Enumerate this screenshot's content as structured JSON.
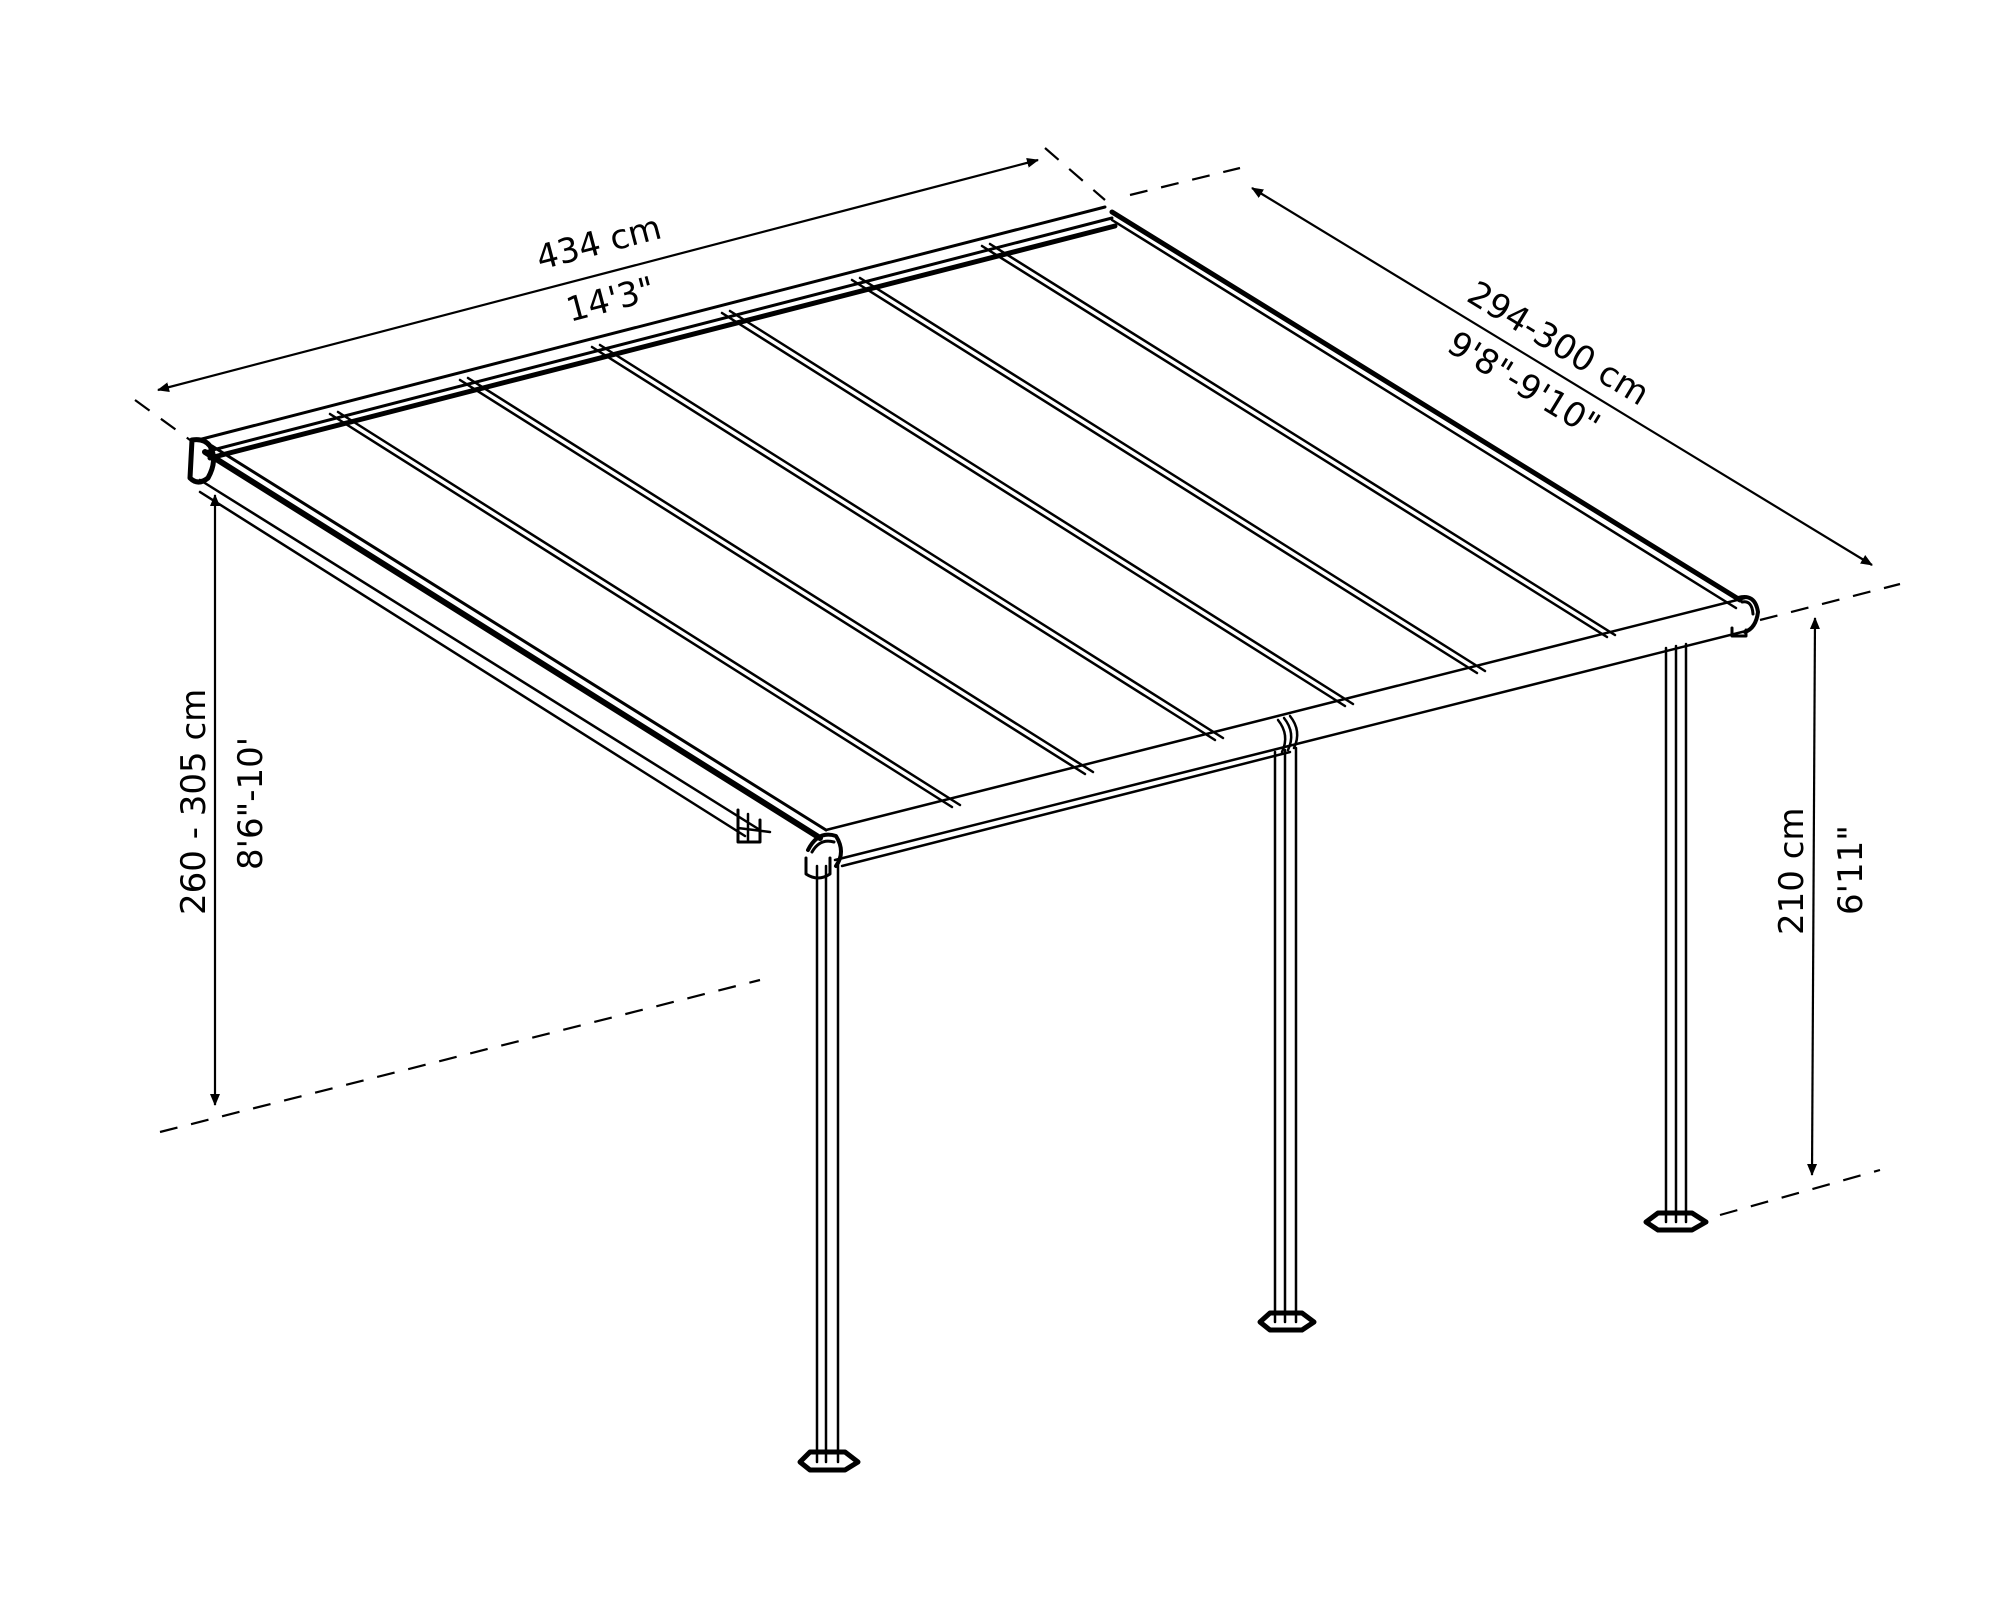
{
  "diagram": {
    "type": "dimensioned-product-drawing",
    "subject": "wall-mounted patio cover / pergola",
    "colors": {
      "stroke": "#000000",
      "background": "#ffffff"
    },
    "dimensions": {
      "width": {
        "metric": "434 cm",
        "imperial": "14'3\""
      },
      "depth": {
        "metric": "294-300 cm",
        "imperial": "9'8\"-9'10\""
      },
      "wall_height": {
        "metric": "260 - 305 cm",
        "imperial": "8'6\"-10'"
      },
      "post_height": {
        "metric": "210 cm",
        "imperial": "6'11\""
      }
    },
    "components": {
      "roof_panels": 7,
      "posts": 3,
      "wall_bracket": 1
    }
  }
}
